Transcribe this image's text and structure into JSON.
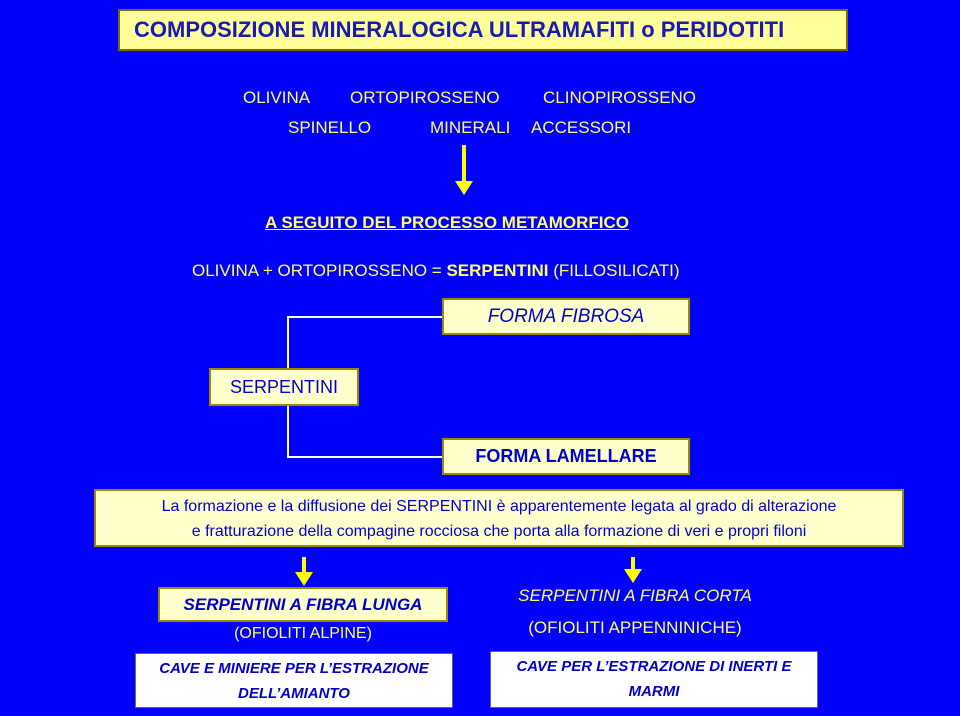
{
  "title": "COMPOSIZIONE MINERALOGICA ULTRAMAFITI o PERIDOTITI",
  "minerals": {
    "row1": [
      "OLIVINA",
      "ORTOPIROSSENO",
      "CLINOPIROSSENO"
    ],
    "row2": [
      "SPINELLO",
      "MINERALI",
      "ACCESSORI"
    ]
  },
  "process": {
    "heading": "A SEGUITO DEL PROCESSO METAMORFICO",
    "equation_pre": "OLIVINA + ORTOPIROSSENO = ",
    "equation_bold": "SERPENTINI",
    "equation_post": " (FILLOSILICATI)"
  },
  "forms": {
    "fibrosa": "FORMA FIBROSA",
    "serpentini": "SERPENTINI",
    "lamellare": "FORMA LAMELLARE"
  },
  "note": {
    "line1": "La formazione e la diffusione dei SERPENTINI è apparentemente legata al grado di alterazione",
    "line2": "e fratturazione della compagine rocciosa che porta alla formazione di veri e propri filoni"
  },
  "left_branch": {
    "box_label": "SERPENTINI A FIBRA LUNGA",
    "sublabel": "(OFIOLITI ALPINE)",
    "bottom_line1": "CAVE E MINIERE PER L’ESTRAZIONE",
    "bottom_line2": "DELL’AMIANTO"
  },
  "right_branch": {
    "label": "SERPENTINI A FIBRA CORTA",
    "sublabel": "(OFIOLITI APPENNINICHE)",
    "bottom_line1": "CAVE  PER L’ESTRAZIONE  DI  INERTI  E",
    "bottom_line2": "MARMI"
  },
  "colors": {
    "background": "#0000ff",
    "title_box": "#ffff99",
    "box": "#ffffcc",
    "text_yellow": "#ffff66",
    "text_blue": "#0000cc",
    "arrow": "#ffff00"
  }
}
